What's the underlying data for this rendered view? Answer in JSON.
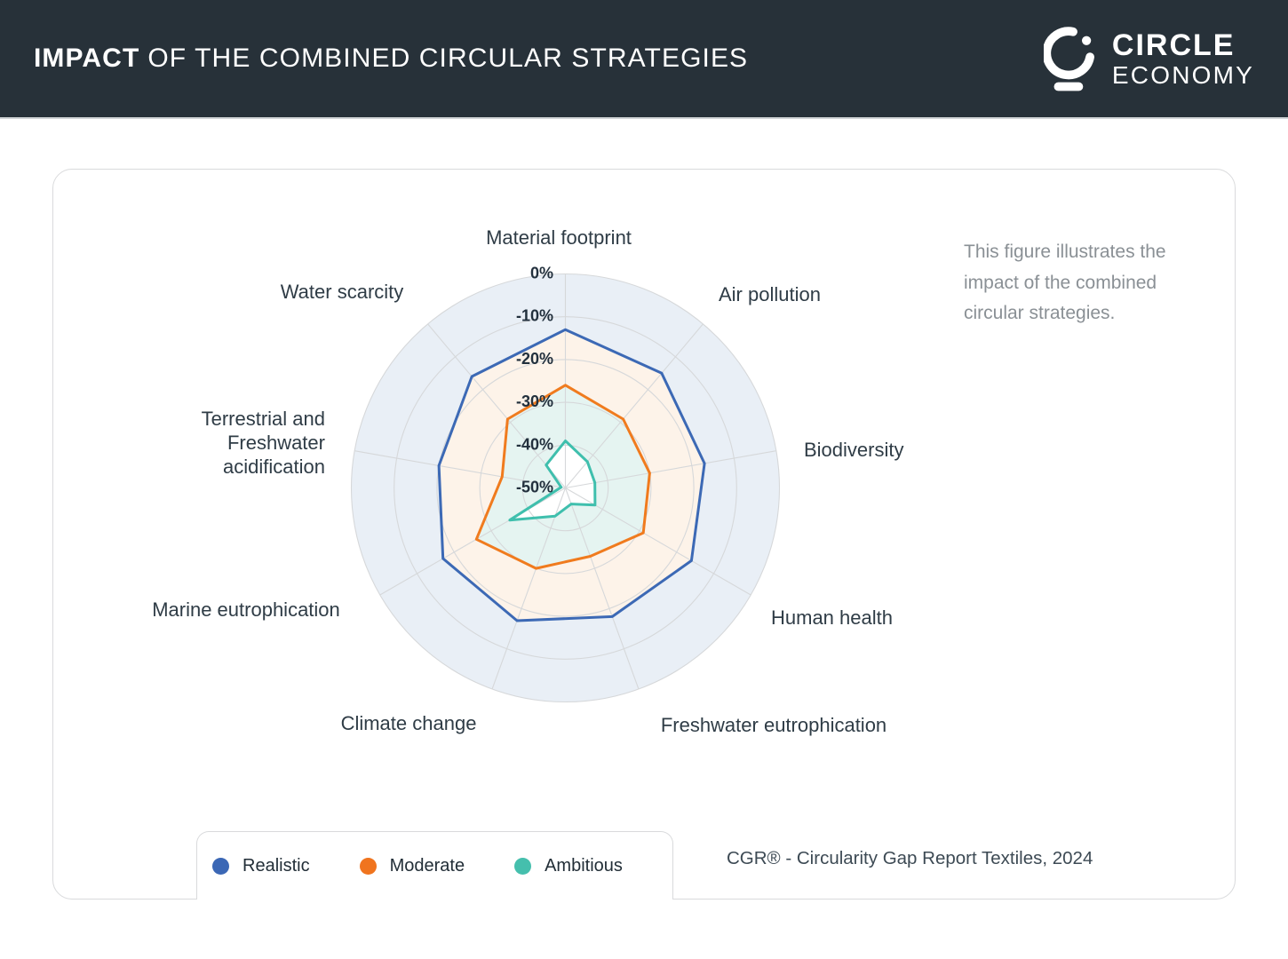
{
  "header": {
    "title_bold": "IMPACT",
    "title_rest": "OF THE COMBINED CIRCULAR STRATEGIES",
    "logo_line1": "CIRCLE",
    "logo_line2": "ECONOMY"
  },
  "figure": {
    "description": "This figure illustrates the impact of the combined circular strategies.",
    "source": "CGR® - Circularity Gap Report Textiles, 2024"
  },
  "legend": [
    {
      "label": "Realistic",
      "color": "#3b67b5"
    },
    {
      "label": "Moderate",
      "color": "#f0741e"
    },
    {
      "label": "Ambitious",
      "color": "#45bfad"
    }
  ],
  "chart_data": {
    "type": "radar",
    "title": "Impact of the combined circular strategies",
    "categories": [
      "Material footprint",
      "Air pollution",
      "Biodiversity",
      "Human health",
      "Freshwater eutrophication",
      "Climate change",
      "Marine eutrophication",
      "Terrestrial and Freshwater acidification",
      "Water scarcity"
    ],
    "series": [
      {
        "name": "Realistic",
        "color": "#3c69b5",
        "fill": "#fdf3e9",
        "values": [
          -13,
          -15,
          -17,
          -16,
          -18,
          -17,
          -17,
          -20,
          -16
        ]
      },
      {
        "name": "Moderate",
        "color": "#f07b1e",
        "fill": "#e5f4f1",
        "values": [
          -26,
          -29,
          -30,
          -29,
          -33,
          -30,
          -26,
          -35,
          -29
        ]
      },
      {
        "name": "Ambitious",
        "color": "#3fbfad",
        "fill": "#ffffff",
        "values": [
          -39,
          -42,
          -43,
          -42,
          -46,
          -43,
          -35,
          -49,
          -43
        ]
      }
    ],
    "radial_ticks": [
      "0%",
      "-10%",
      "-20%",
      "-30%",
      "-40%",
      "-50%"
    ],
    "scale": {
      "max": 0,
      "min": -50,
      "step": 10,
      "unit": "%"
    },
    "background": "#e9eff6",
    "grid_color": "#d6d8da",
    "grid": true,
    "legend_position": "bottom-left"
  }
}
